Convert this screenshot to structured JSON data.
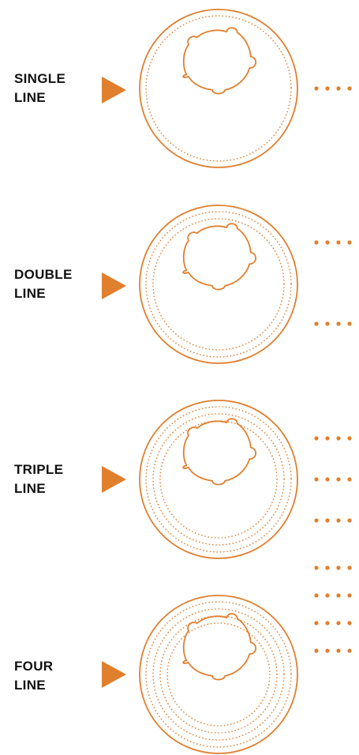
{
  "accent_color": "#E07F2E",
  "rows": [
    {
      "label_line1": "SINGLE",
      "label_line2": "LINE",
      "rings": 1,
      "dot_rows": 1
    },
    {
      "label_line1": "DOUBLE",
      "label_line2": "LINE",
      "rings": 2,
      "dot_rows": 2
    },
    {
      "label_line1": "TRIPLE",
      "label_line2": "LINE",
      "rings": 3,
      "dot_rows": 3
    },
    {
      "label_line1": "FOUR",
      "label_line2": "LINE",
      "rings": 4,
      "dot_rows": 4
    }
  ]
}
